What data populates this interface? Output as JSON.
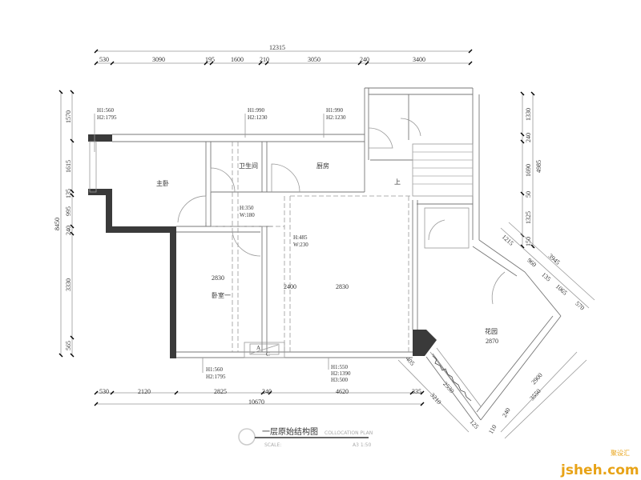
{
  "top_dims": {
    "total": "12315",
    "segments": [
      "530",
      "3090",
      "195",
      "1600",
      "210",
      "3050",
      "240",
      "3400"
    ]
  },
  "left_dims": {
    "total": "8450",
    "segments": [
      "1570",
      "1615",
      "135",
      "995",
      "240",
      "3330",
      "565"
    ]
  },
  "bottom_dims": {
    "total": "10670",
    "segments": [
      "530",
      "2120",
      "2825",
      "240",
      "4620",
      "335"
    ]
  },
  "right_dims": {
    "total": "4985",
    "segments": [
      "1330",
      "240",
      "1690",
      "50",
      "1325",
      "150"
    ]
  },
  "diag_right_dims": {
    "total": "3945",
    "segments": [
      "1215",
      "960",
      "135",
      "1065",
      "570"
    ]
  },
  "garden_dims": {
    "a": "405",
    "b": "2530",
    "c": "3210",
    "d": "125",
    "e": "2900",
    "f": "3550",
    "g": "110",
    "h": "240"
  },
  "rooms": {
    "master_bedroom": "主卧",
    "bathroom": "卫生间",
    "kitchen": "厨房",
    "stairs_up": "上",
    "bedroom1": "卧室一",
    "bedroom1_height": "2830",
    "living_height": "2830",
    "living_width": "2400",
    "garden": "花园",
    "garden_height": "2870"
  },
  "annotations": {
    "w1": [
      "H1:560",
      "H2:1795"
    ],
    "w2": [
      "H1:990",
      "H2:1230"
    ],
    "w3": [
      "H1:990",
      "H2:1230"
    ],
    "o1": [
      "H:350",
      "W:180"
    ],
    "o2": [
      "H:485",
      "W:230"
    ],
    "w4": [
      "H1:560",
      "H2:1795"
    ],
    "w5": [
      "H1:550",
      "H2:1390",
      "H3:500"
    ],
    "ac": [
      "A",
      "C"
    ]
  },
  "title_block": {
    "title": "一层原始结构图",
    "subtitle": "COLLOCATION  PLAN",
    "scale_label": "SCALE:",
    "scale_value": "A3 1:50"
  },
  "watermark": {
    "text": "jsheh.com",
    "cn": "聚设汇",
    "colors": {
      "j": "#e8a317",
      "com": "#7cb342"
    }
  }
}
